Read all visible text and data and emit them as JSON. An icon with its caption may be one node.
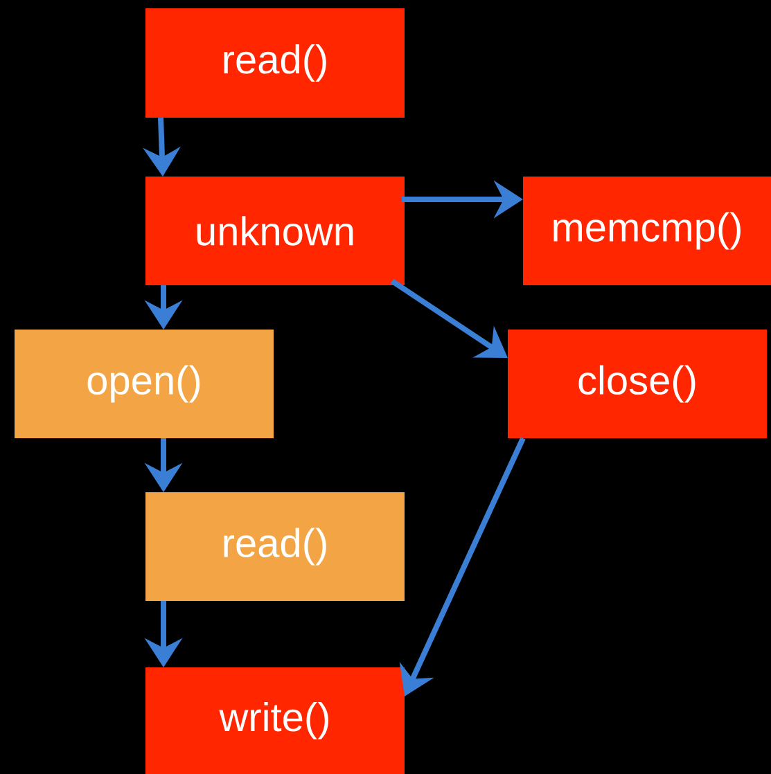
{
  "diagram": {
    "nodes": [
      {
        "text": [
          "read()"
        ]
      },
      {
        "text": [
          "unknown"
        ]
      },
      {
        "text": [
          "memcmp()"
        ]
      },
      {
        "text": [
          "open()"
        ]
      },
      {
        "text": [
          "close()"
        ]
      },
      {
        "text": [
          "read()"
        ]
      },
      {
        "text": [
          "write()"
        ]
      }
    ],
    "edges": [
      {
        "from": 0,
        "to": 1,
        "arrow": "to"
      },
      {
        "from": 1,
        "to": 2,
        "arrow": "to"
      },
      {
        "from": 1,
        "to": 3,
        "arrow": "to"
      },
      {
        "from": 1,
        "to": 4,
        "arrow": "to"
      },
      {
        "from": 3,
        "to": 5,
        "arrow": "to"
      },
      {
        "from": 5,
        "to": 6,
        "arrow": "to"
      },
      {
        "from": 4,
        "to": 6,
        "arrow": "to"
      }
    ]
  }
}
